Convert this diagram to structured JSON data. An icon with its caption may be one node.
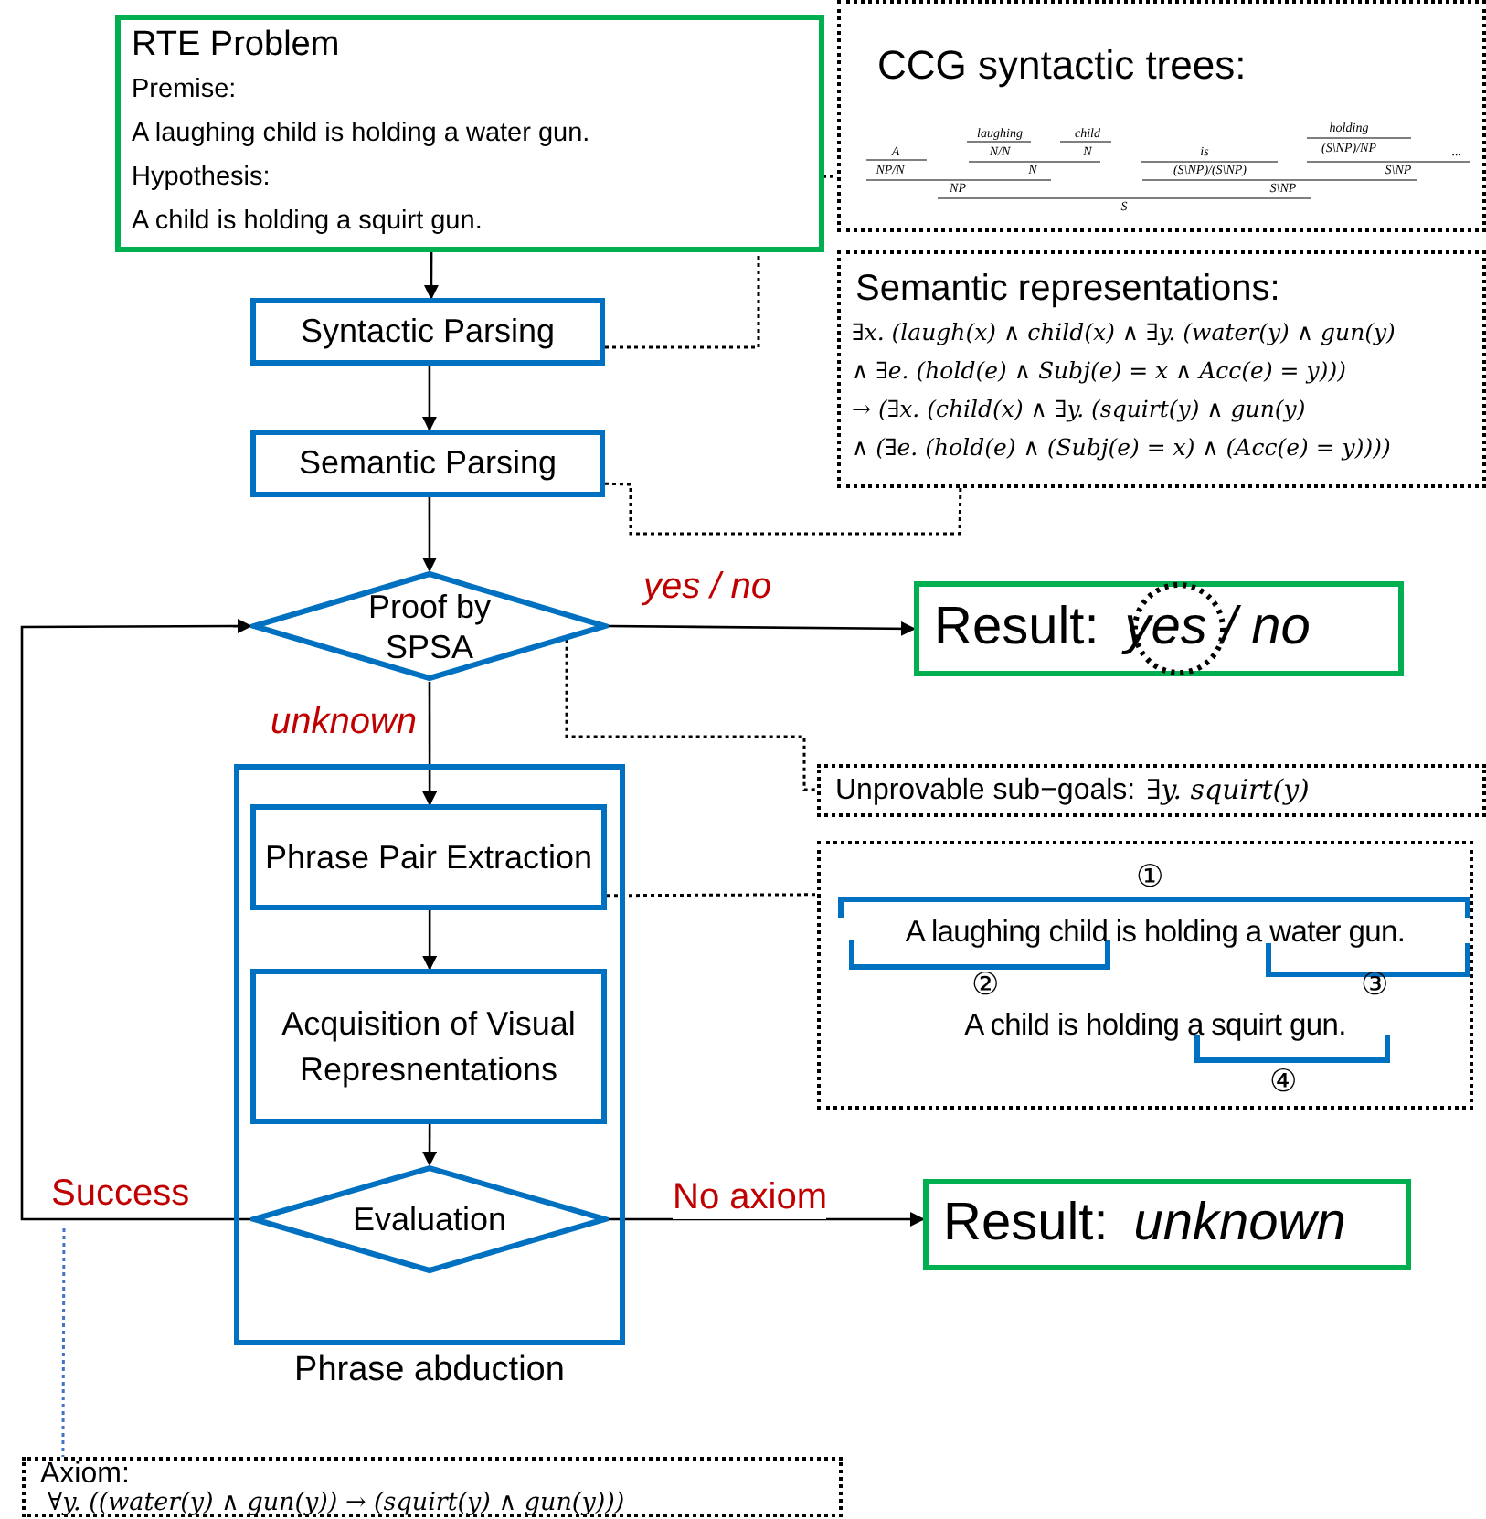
{
  "diagram": {
    "nodes": [
      {
        "text": [
          "RTE Problem",
          "Premise:",
          "A laughing child is holding a water gun.",
          "Hypothesis:",
          "A child is holding a squirt gun."
        ]
      },
      {
        "text": [
          "Syntactic Parsing"
        ]
      },
      {
        "text": [
          "Semantic Parsing"
        ]
      },
      {
        "text": [
          "Proof by SPSA"
        ]
      },
      {
        "text": [
          "Result:",
          "yes / no"
        ]
      },
      {
        "text": [
          "Phrase abduction"
        ]
      },
      {
        "text": [
          "Phrase Pair Extraction"
        ],
        "in": 5
      },
      {
        "text": [
          "Acquisition of Visual Represnentations"
        ],
        "in": 5
      },
      {
        "text": [
          "Evaluation"
        ],
        "in": 5
      },
      {
        "text": [
          "Result:",
          "unknown"
        ]
      },
      {
        "text": [
          "CCG syntactic trees:",
          "laughing",
          "child",
          "holding",
          "A",
          "N/N",
          "N",
          "is",
          "(S\\NP)/NP",
          "...",
          "NP/N",
          "N",
          "(S\\NP)/(S\\NP)",
          "S\\NP",
          "NP",
          "S\\NP",
          "S"
        ]
      },
      {
        "text": [
          "Semantic representations:",
          "∃x. (laugh(x) ∧ child(x) ∧ ∃y. (water(y) ∧ gun(y)",
          "∧ ∃e. (hold(e) ∧ Subj(e) = x ∧ Acc(e) = y)))",
          "→ (∃x. (child(x) ∧ ∃y. (squirt(y) ∧ gun(y)",
          "∧ (∃e. (hold(e) ∧ (Subj(e) = x) ∧ (Acc(e) = y))))"
        ]
      },
      {
        "text": [
          "Unprovable sub−goals:",
          "∃y. squirt(y)"
        ]
      },
      {
        "text": [
          "①",
          "A laughing child is holding a water gun.",
          "②",
          "③",
          "A child is holding a squirt gun.",
          "④"
        ]
      },
      {
        "text": [
          "Axiom:",
          "∀y. ((water(y) ∧ gun(y)) → (squirt(y) ∧ gun(y)))"
        ]
      }
    ],
    "edges": [
      {
        "from": 0,
        "to": 1,
        "arrow": "to"
      },
      {
        "from": 1,
        "to": 2,
        "arrow": "to"
      },
      {
        "from": 2,
        "to": 3,
        "arrow": "to"
      },
      {
        "from": 3,
        "to": 4,
        "arrow": "to",
        "label": "yes / no"
      },
      {
        "from": 3,
        "to": 6,
        "arrow": "to",
        "label": "unknown"
      },
      {
        "from": 6,
        "to": 7,
        "arrow": "to"
      },
      {
        "from": 7,
        "to": 8,
        "arrow": "to"
      },
      {
        "from": 8,
        "to": 9,
        "arrow": "to",
        "label": "No axiom"
      },
      {
        "from": 8,
        "to": 3,
        "arrow": "to",
        "label": "Success"
      },
      {
        "from": 1,
        "to": 10,
        "arrow": "none",
        "style": "dashed"
      },
      {
        "from": 2,
        "to": 11,
        "arrow": "none",
        "style": "dashed"
      },
      {
        "from": 3,
        "to": 12,
        "arrow": "none",
        "style": "dashed"
      },
      {
        "from": 6,
        "to": 13,
        "arrow": "none",
        "style": "dashed"
      },
      {
        "from": null,
        "to": 14,
        "arrow": "none",
        "style": "dashed",
        "color": "#4472c4"
      }
    ]
  }
}
